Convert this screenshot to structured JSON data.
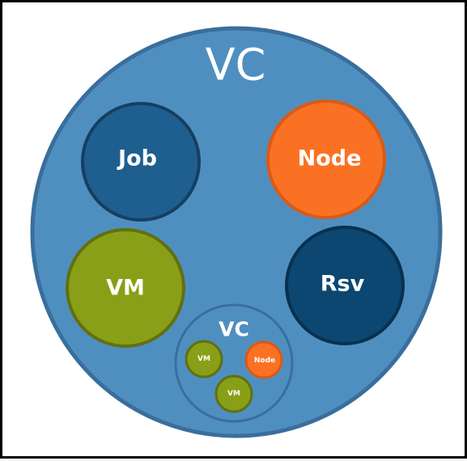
{
  "diagram": {
    "outer": {
      "label": "VC",
      "fill": "#4f8fc0",
      "stroke": "#3a6e9c"
    },
    "job": {
      "label": "Job",
      "fill": "#1f5f8f",
      "stroke": "#163f60"
    },
    "node": {
      "label": "Node",
      "fill": "#fb7124",
      "stroke": "#d85b17"
    },
    "vm": {
      "label": "VM",
      "fill": "#8a9f18",
      "stroke": "#617010"
    },
    "rsv": {
      "label": "Rsv",
      "fill": "#0c4772",
      "stroke": "#08314f"
    },
    "inner": {
      "label": "VC",
      "fill": "#4f8fc0",
      "stroke": "#3a6e9c",
      "vm_a": {
        "label": "VM"
      },
      "node": {
        "label": "Node"
      },
      "vm_b": {
        "label": "VM"
      }
    }
  }
}
